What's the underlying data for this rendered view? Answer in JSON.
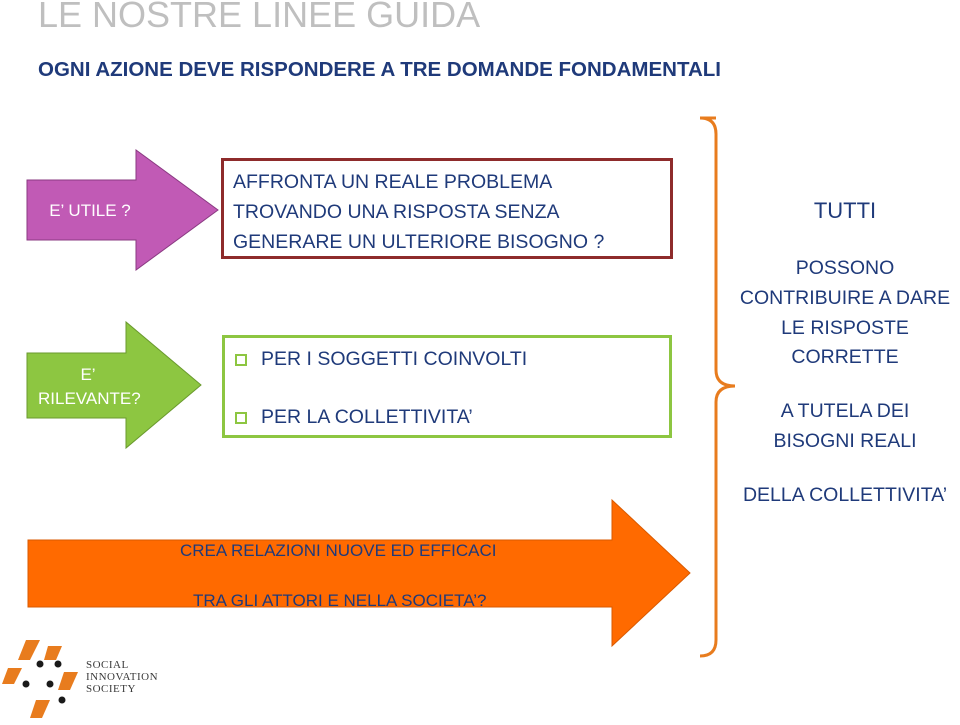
{
  "header": {
    "title": "LE NOSTRE LINEE GUIDA",
    "subtitle": "OGNI  AZIONE   DEVE   RISPONDERE  A  TRE DOMANDE FONDAMENTALI"
  },
  "arrows": {
    "utile_label": "E’  UTILE ?",
    "rilevante_line1": "E’",
    "rilevante_line2": "RILEVANTE?",
    "big_line1": "CREA RELAZIONI NUOVE ED EFFICACI",
    "big_line2": "TRA GLI ATTORI E NELLA SOCIETA’?"
  },
  "problem_box": {
    "line1": "AFFRONTA      UN      REALE      PROBLEMA",
    "line2": "TROVANDO     UNA    RISPOSTA    SENZA",
    "line3": "GENERARE UN ULTERIORE BISOGNO ?"
  },
  "relevance_box": {
    "items": [
      "PER I SOGGETTI COINVOLTI",
      "PER LA COLLETTIVITA’"
    ]
  },
  "right_panel": {
    "heading": "TUTTI",
    "line1": "POSSONO",
    "line2": "CONTRIBUIRE A  DARE",
    "line3": "LE RISPOSTE",
    "line4": "CORRETTE",
    "line5": "A TUTELA  DEI",
    "line6": "BISOGNI  REALI",
    "line7": "DELLA COLLETTIVITA’"
  },
  "logo": {
    "line1": "SOCIAL",
    "line2": "INNOVATION",
    "line3": "SOCIETY"
  },
  "colors": {
    "purple_arrow": "#c15ab5",
    "green_arrow": "#8dc641",
    "orange_arrow": "#ff6a00",
    "brace": "#e87c1e",
    "text_blue": "#1f3a7a",
    "problem_border": "#8e2b2b",
    "relevance_border": "#8dc641"
  }
}
